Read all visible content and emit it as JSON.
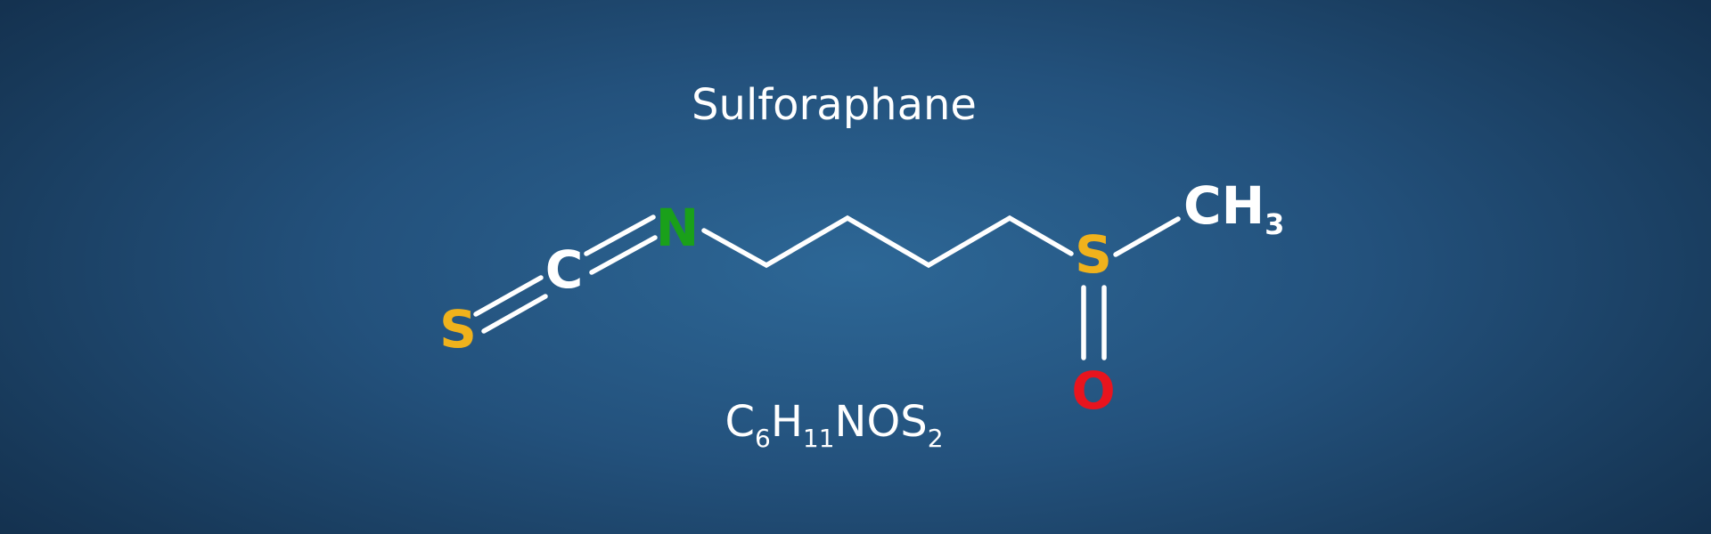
{
  "title": "Sulforaphane",
  "colors": {
    "background": "#23517c",
    "carbon": "#ffffff",
    "nitrogen": "#1aa01a",
    "sulfur": "#f0b21c",
    "oxygen": "#e8141e",
    "bond": "#ffffff"
  },
  "atoms": {
    "s_left": "S",
    "c": "C",
    "n": "N",
    "s_right": "S",
    "o": "O",
    "methyl": "CH",
    "methyl_sub": "3"
  },
  "formula": {
    "c": "C",
    "c_count": "6",
    "h": "H",
    "h_count": "11",
    "nos": "NOS",
    "s_count": "2"
  }
}
